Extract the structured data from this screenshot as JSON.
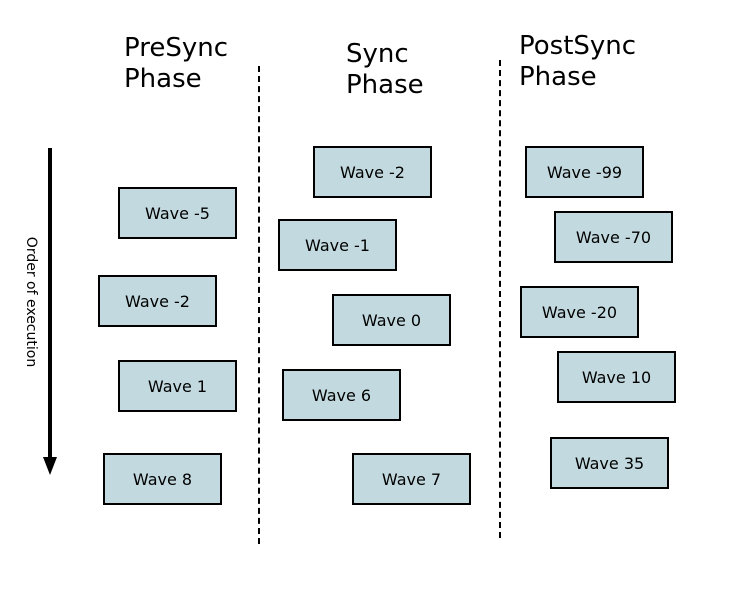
{
  "axis": {
    "label": "Order of execution"
  },
  "phases": [
    {
      "title": "PreSync\nPhase",
      "waves": [
        "Wave -5",
        "Wave -2",
        "Wave 1",
        "Wave 8"
      ]
    },
    {
      "title": "Sync\nPhase",
      "waves": [
        "Wave -2",
        "Wave -1",
        "Wave 0",
        "Wave 6",
        "Wave 7"
      ]
    },
    {
      "title": "PostSync\nPhase",
      "waves": [
        "Wave -99",
        "Wave -70",
        "Wave -20",
        "Wave 10",
        "Wave 35"
      ]
    }
  ],
  "colors": {
    "box_fill": "#c2dadf",
    "box_border": "#000000"
  }
}
